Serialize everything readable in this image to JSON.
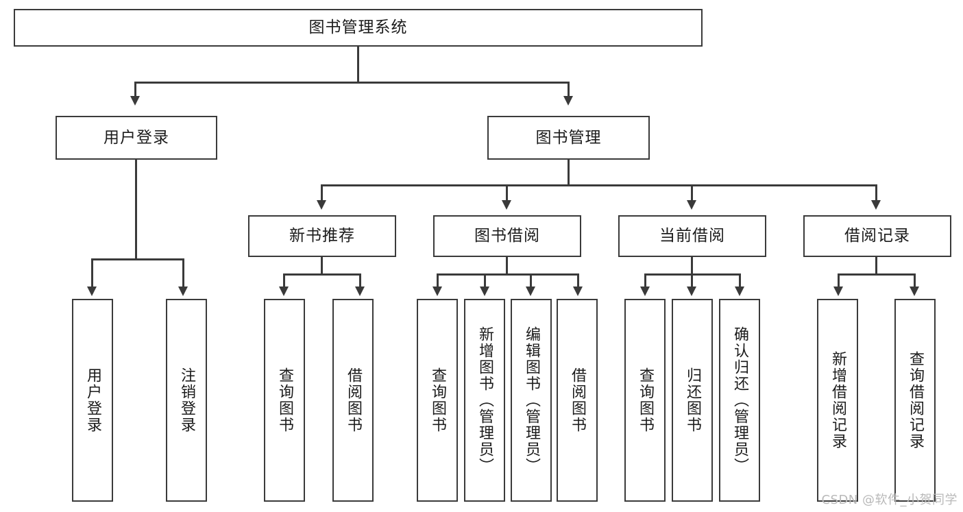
{
  "diagram": {
    "type": "tree-hierarchy",
    "title": "图书管理系统",
    "root": {
      "label": "图书管理系统"
    },
    "level2": [
      {
        "id": "user-login",
        "label": "用户登录"
      },
      {
        "id": "book-manage",
        "label": "图书管理"
      }
    ],
    "level3": [
      {
        "id": "new-book-recommend",
        "label": "新书推荐",
        "parent": "book-manage"
      },
      {
        "id": "book-borrow",
        "label": "图书借阅",
        "parent": "book-manage"
      },
      {
        "id": "current-borrow",
        "label": "当前借阅",
        "parent": "book-manage"
      },
      {
        "id": "borrow-record",
        "label": "借阅记录",
        "parent": "book-manage"
      }
    ],
    "leaves": {
      "user_login": [
        {
          "id": "leaf-user-login",
          "label": "用户登录"
        },
        {
          "id": "leaf-user-logout",
          "label": "注销登录"
        }
      ],
      "new_book_recommend": [
        {
          "id": "leaf-query-book-1",
          "label": "查询图书"
        },
        {
          "id": "leaf-borrow-book-1",
          "label": "借阅图书"
        }
      ],
      "book_borrow": [
        {
          "id": "leaf-query-book-2",
          "label": "查询图书"
        },
        {
          "id": "leaf-add-book",
          "label": "新增图书（管理员）"
        },
        {
          "id": "leaf-edit-book",
          "label": "编辑图书（管理员）"
        },
        {
          "id": "leaf-borrow-book-2",
          "label": "借阅图书"
        }
      ],
      "current_borrow": [
        {
          "id": "leaf-query-book-3",
          "label": "查询图书"
        },
        {
          "id": "leaf-return-book",
          "label": "归还图书"
        },
        {
          "id": "leaf-confirm-return",
          "label": "确认归还（管理员）"
        }
      ],
      "borrow_record": [
        {
          "id": "leaf-add-record",
          "label": "新增借阅记录"
        },
        {
          "id": "leaf-query-record",
          "label": "查询借阅记录"
        }
      ]
    }
  },
  "watermark": {
    "text": "CSDN @软件_小贺同学"
  },
  "colors": {
    "stroke": "#3a3a3a",
    "fill": "#ffffff",
    "text": "#1b1b1b",
    "watermark": "#b9b9b9"
  }
}
